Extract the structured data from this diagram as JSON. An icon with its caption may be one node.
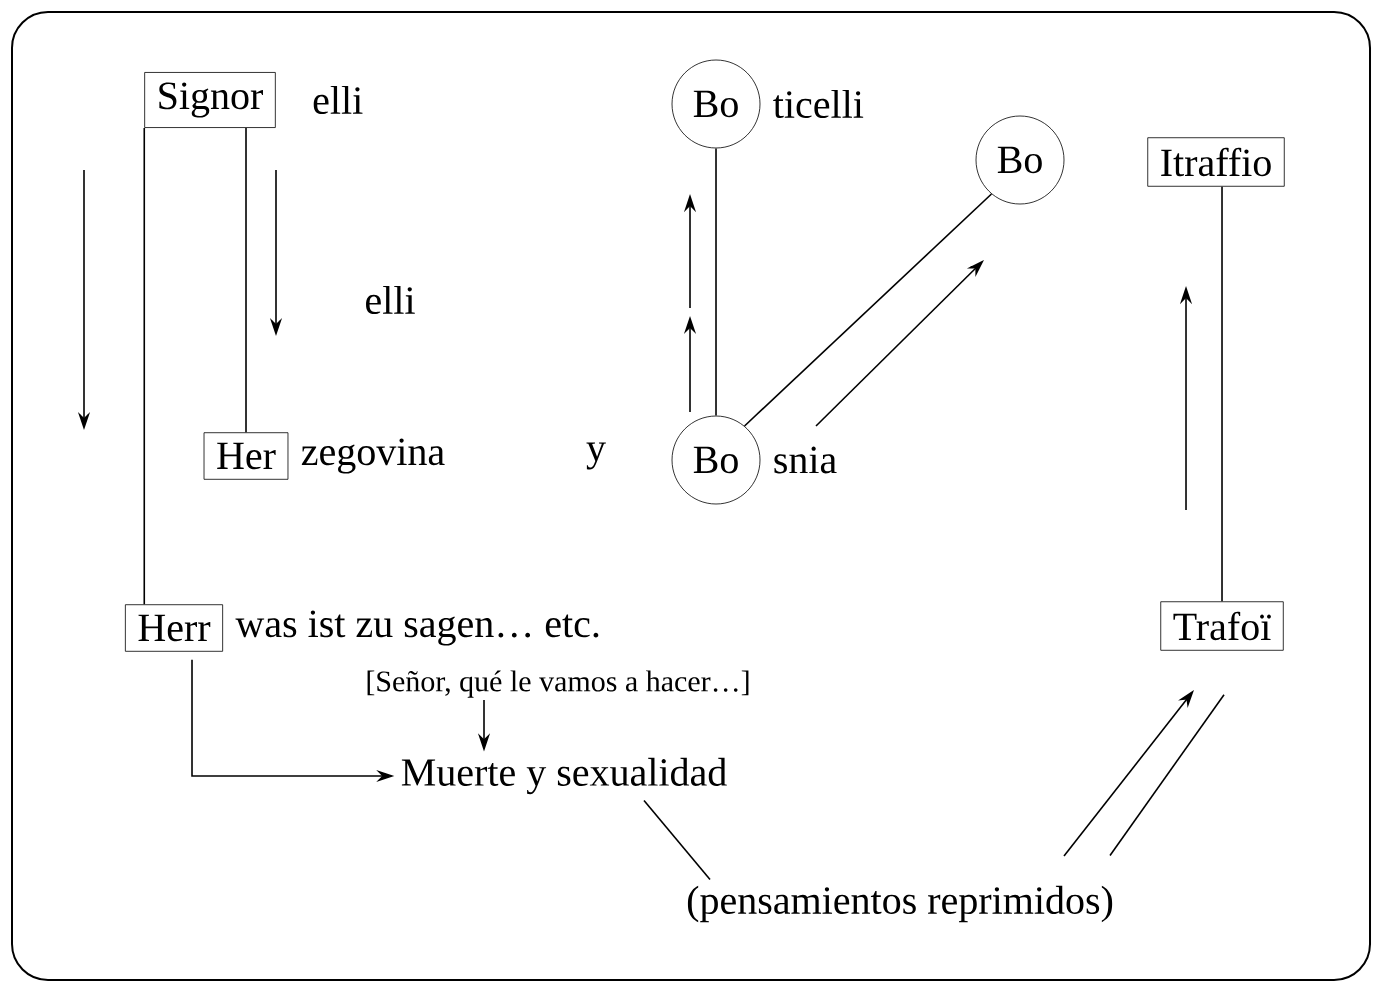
{
  "diagram": {
    "nodes": [
      {
        "text": [
          "Signor"
        ],
        "beside": [
          "elli"
        ]
      },
      {
        "text": [
          "Her"
        ],
        "beside": [
          "zegovina"
        ]
      },
      {
        "text": [
          "Bo"
        ],
        "beside": [
          "ticelli"
        ]
      },
      {
        "text": [
          "Bo"
        ],
        "beside": [
          "snia"
        ]
      },
      {
        "text": [
          "Bo"
        ]
      },
      {
        "text": [
          "Itraffio"
        ]
      },
      {
        "text": [
          "Herr"
        ],
        "beside": [
          "was ist zu sagen… etc."
        ]
      },
      {
        "text": [
          "Trafoï"
        ]
      },
      {
        "text": [
          "Muerte y sexualidad"
        ]
      },
      {
        "text": [
          "(pensamientos reprimidos)"
        ]
      },
      {
        "text": [
          "[Señor, qué le vamos a hacer…]"
        ]
      }
    ],
    "edges": [
      {
        "from": 0,
        "to": 1,
        "arrow": "none"
      },
      {
        "from": 0,
        "to": 6,
        "arrow": "none"
      },
      {
        "from": 3,
        "to": 2,
        "arrow": "none"
      },
      {
        "from": 3,
        "to": 4,
        "arrow": "none"
      },
      {
        "from": 5,
        "to": 7,
        "arrow": "none"
      },
      {
        "from": 6,
        "to": 8,
        "arrow": "to"
      },
      {
        "from": 10,
        "to": 8,
        "arrow": "to"
      },
      {
        "from": 8,
        "to": 9,
        "arrow": "none"
      },
      {
        "from": 9,
        "to": 7,
        "arrow": "none"
      }
    ],
    "labels": [
      "elli",
      "y"
    ]
  }
}
